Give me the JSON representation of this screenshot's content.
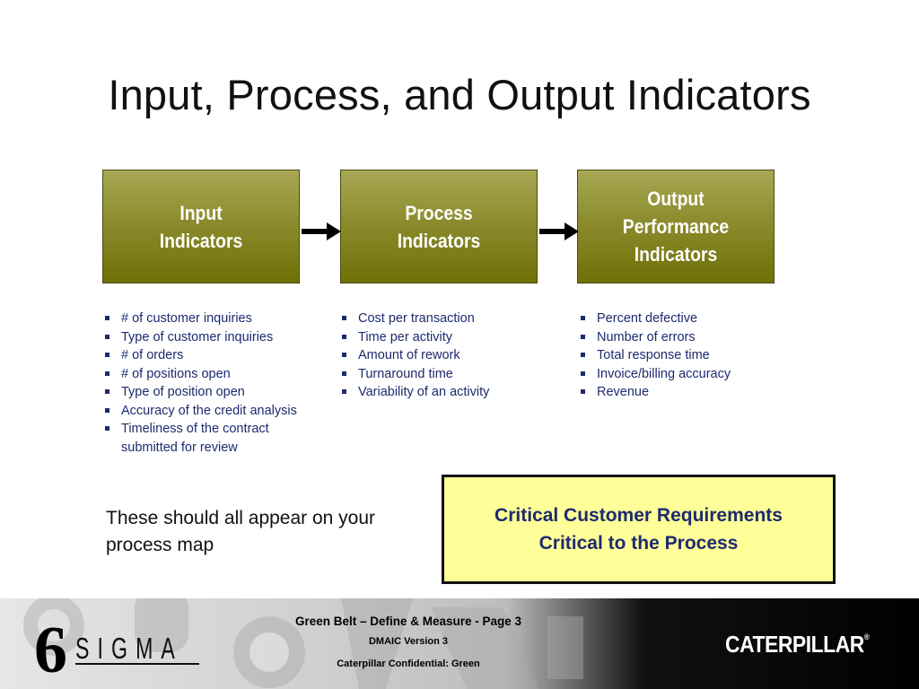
{
  "slide": {
    "title": "Input, Process, and Output Indicators"
  },
  "boxes": [
    {
      "lines": [
        "Input",
        "Indicators"
      ]
    },
    {
      "lines": [
        "Process",
        "Indicators"
      ]
    },
    {
      "lines": [
        "Output",
        "Performance",
        "Indicators"
      ]
    }
  ],
  "lists": {
    "input": [
      "# of customer inquiries",
      "Type of customer inquiries",
      "# of orders",
      "# of positions open",
      "Type of position open",
      "Accuracy of the credit analysis",
      "Timeliness of the contract submitted for review"
    ],
    "process": [
      "Cost per transaction",
      "Time per activity",
      "Amount of rework",
      "Turnaround time",
      "Variability of an activity"
    ],
    "output": [
      "Percent defective",
      "Number of errors",
      "Total response time",
      "Invoice/billing accuracy",
      "Revenue"
    ]
  },
  "note": "These should all appear on your process map",
  "ccr": {
    "line1": "Critical Customer Requirements",
    "line2": "Critical to the Process"
  },
  "footer": {
    "logo_number": "6",
    "logo_word": "SIGMA",
    "page_label": "Green Belt – Define & Measure - Page 3",
    "version": "DMAIC Version 3",
    "confidential": "Caterpillar Confidential: Green",
    "brand": "CATERPILLAR",
    "brand_mark": "®"
  },
  "colors": {
    "box_top": "#a8a855",
    "box_bottom": "#707008",
    "list_text": "#1d2a6e",
    "ccr_fill": "#ffff99"
  }
}
